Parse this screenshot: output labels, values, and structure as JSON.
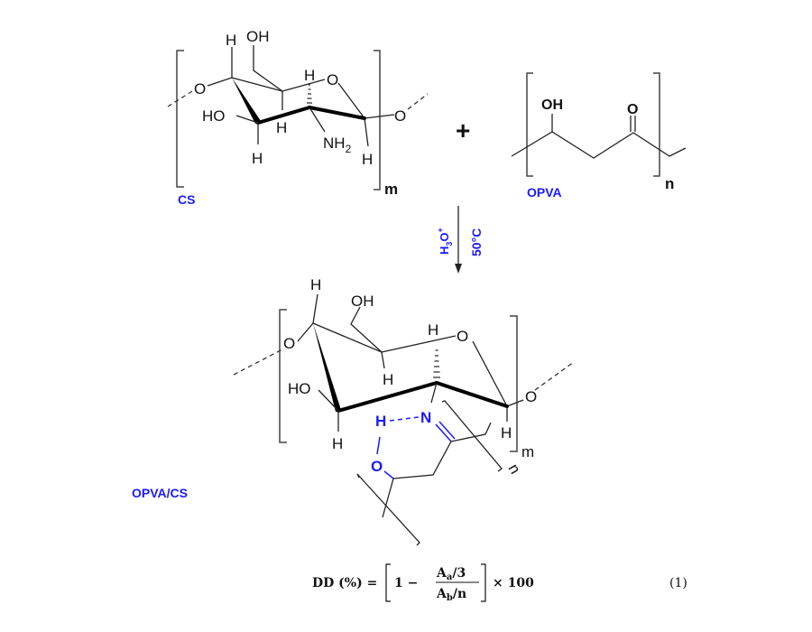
{
  "reactant_cs": {
    "label": "CS",
    "repeat": "m",
    "atoms": [
      "H",
      "OH",
      "O",
      "H",
      "O",
      "HO",
      "H",
      "NH",
      "2",
      "H",
      "H",
      "O"
    ]
  },
  "plus": "+",
  "reactant_opva": {
    "label": "OPVA",
    "repeat": "n",
    "atoms": [
      "OH",
      "O"
    ]
  },
  "conditions": {
    "acid": "H",
    "acid_sub": "3",
    "acid_o": "O",
    "acid_sup": "+",
    "temperature": "50°C"
  },
  "product": {
    "label": "OPVA/CS",
    "repeat_m": "m",
    "repeat_n": "n",
    "atoms": [
      "H",
      "OH",
      "O",
      "H",
      "O",
      "H",
      "HO",
      "N",
      "H",
      "H",
      "H",
      "O",
      "O"
    ]
  },
  "equation": {
    "lhs": "DD (%) = ",
    "one_minus": "1 −",
    "numerator": "A",
    "numerator_sub": "a",
    "numerator_rest": "/3",
    "denominator": "A",
    "denominator_sub": "b",
    "denominator_rest": "/n",
    "times": "× 100",
    "number": "(1)"
  },
  "colors": {
    "label_blue": "#1a1aff",
    "bond": "#222222"
  }
}
